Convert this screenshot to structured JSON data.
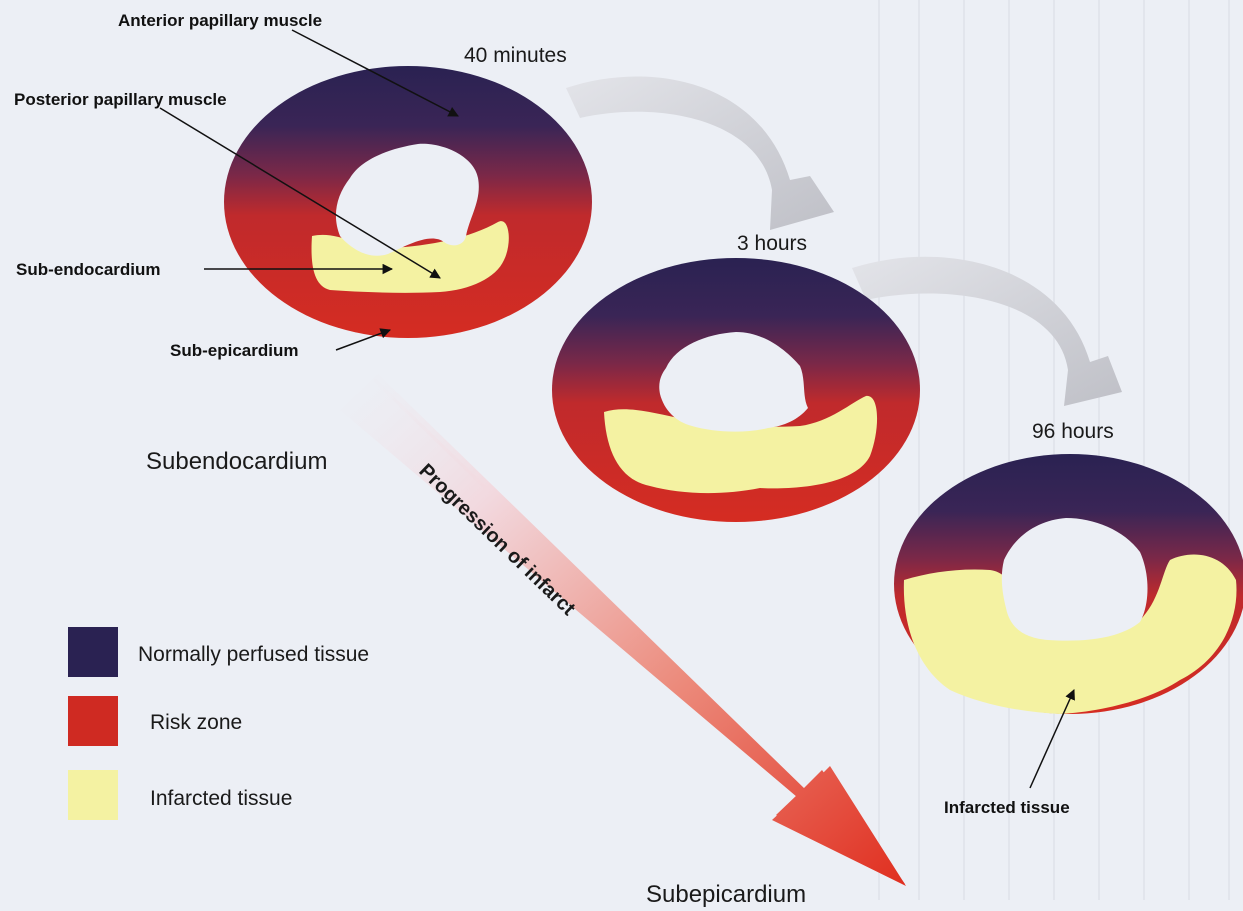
{
  "labels": {
    "anterior_papillary_muscle": "Anterior papillary muscle",
    "posterior_papillary_muscle": "Posterior papillary muscle",
    "sub_endocardium": "Sub-endocardium",
    "sub_epicardium": "Sub-epicardium",
    "subendocardium": "Subendocardium",
    "subepicardium": "Subepicardium",
    "progression_of_infarct": "Progression of infarct",
    "infarcted_tissue_pointer": "Infarcted tissue"
  },
  "timepoints": [
    "40 minutes",
    "3 hours",
    "96 hours"
  ],
  "legend": [
    {
      "label": "Normally perfused tissue",
      "color": "#2a2252"
    },
    {
      "label": "Risk zone",
      "color": "#cf2a22"
    },
    {
      "label": "Infarcted tissue",
      "color": "#f4f2a2"
    }
  ],
  "colors": {
    "normal_top": "#2a2252",
    "normal_mid": "#5a2a55",
    "risk_mid": "#b4262c",
    "risk": "#d52c22",
    "infarct": "#f4f2a2",
    "cavity": "#eceff5",
    "curved_arrow": "#c9cad0",
    "progression_arrow_start": "#f0dfe4",
    "progression_arrow_end": "#e23422"
  }
}
